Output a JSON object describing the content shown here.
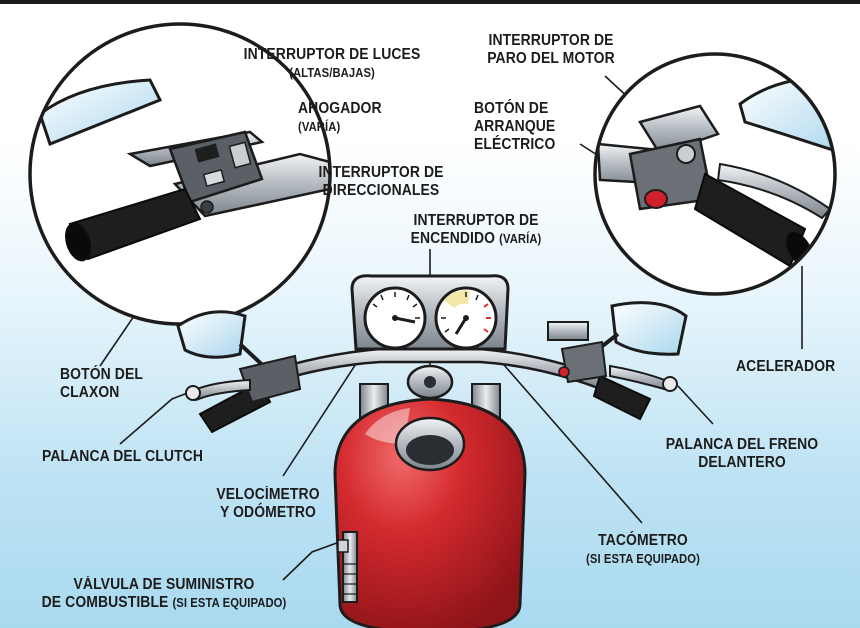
{
  "labels": {
    "light_switch": {
      "line1": "INTERRUPTOR DE LUCES",
      "line2": "(ALTAS/BAJAS)"
    },
    "choke": {
      "line1": "AHOGADOR",
      "line2": "(VARÍA)"
    },
    "turn_signal_switch": {
      "line1": "INTERRUPTOR DE",
      "line2": "DIRECCIONALES"
    },
    "ignition_switch": {
      "line1": "INTERRUPTOR DE",
      "line2": "ENCENDIDO",
      "line2_note": "(VARÍA)"
    },
    "engine_stop_switch": {
      "line1": "INTERRUPTOR DE",
      "line2": "PARO DEL MOTOR"
    },
    "electric_start_button": {
      "line1": "BOTÓN DE",
      "line2": "ARRANQUE",
      "line3": "ELÉCTRICO"
    },
    "horn_button": {
      "line1": "BOTÓN DEL",
      "line2": "CLAXON"
    },
    "throttle": {
      "line1": "ACELERADOR"
    },
    "clutch_lever": {
      "line1": "PALANCA DEL CLUTCH"
    },
    "front_brake_lever": {
      "line1": "PALANCA DEL FRENO",
      "line2": "DELANTERO"
    },
    "speedometer": {
      "line1": "VELOCÍMETRO",
      "line2": "Y ODÓMETRO"
    },
    "tachometer": {
      "line1": "TACÓMETRO",
      "line2": "(SI ESTA EQUIPADO)"
    },
    "fuel_valve": {
      "line1": "VÁLVULA DE SUMINISTRO",
      "line2": "DE COMBUSTIBLE",
      "line2_note": "(SI ESTA EQUIPADO)"
    }
  },
  "colors": {
    "tank_red": "#d42a2f",
    "brake_button_red": "#d0202a",
    "mirror_blue": "#cde9f7",
    "tach_redline": "#d8322c",
    "tach_warm_zone": "#f4e6a4",
    "grip_black": "#1e1e1e",
    "chrome_grey": "#b8bec4"
  },
  "icons": [
    "left-handlebar-closeup",
    "right-handlebar-closeup",
    "motorcycle-front-view"
  ]
}
